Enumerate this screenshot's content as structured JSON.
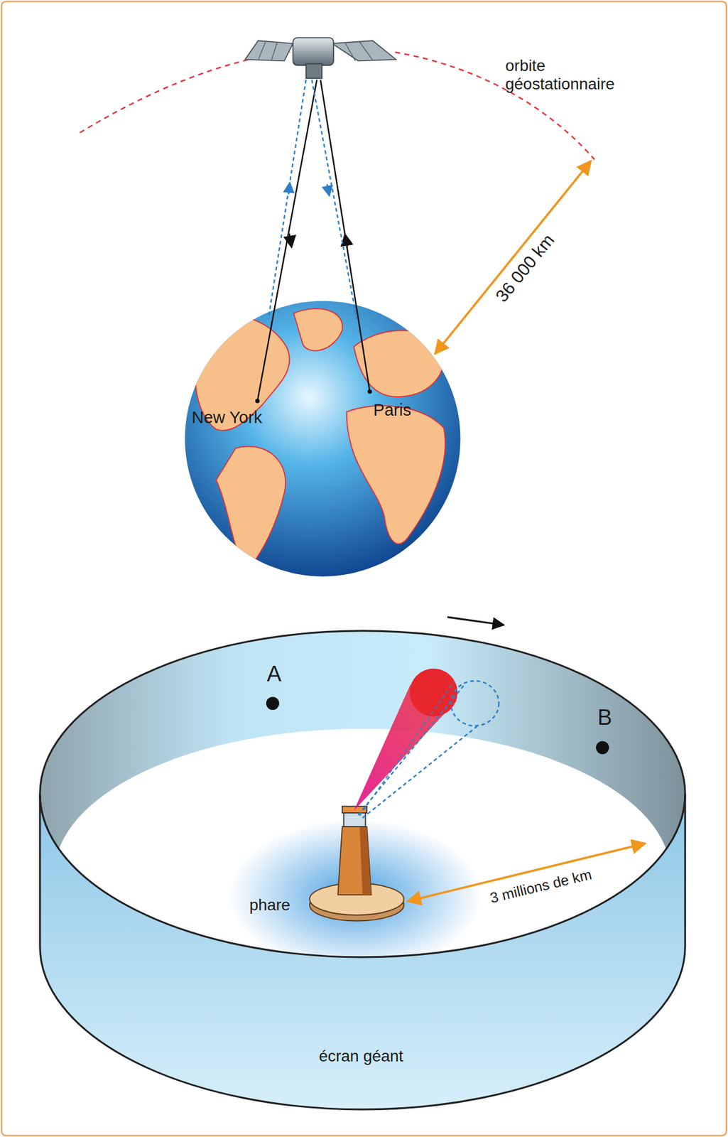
{
  "diagram": {
    "labels": [
      "orbite géostationnaire",
      "36 000 km",
      "New York",
      "Paris",
      "A",
      "B",
      "3 millions de km",
      "phare",
      "écran géant"
    ]
  }
}
